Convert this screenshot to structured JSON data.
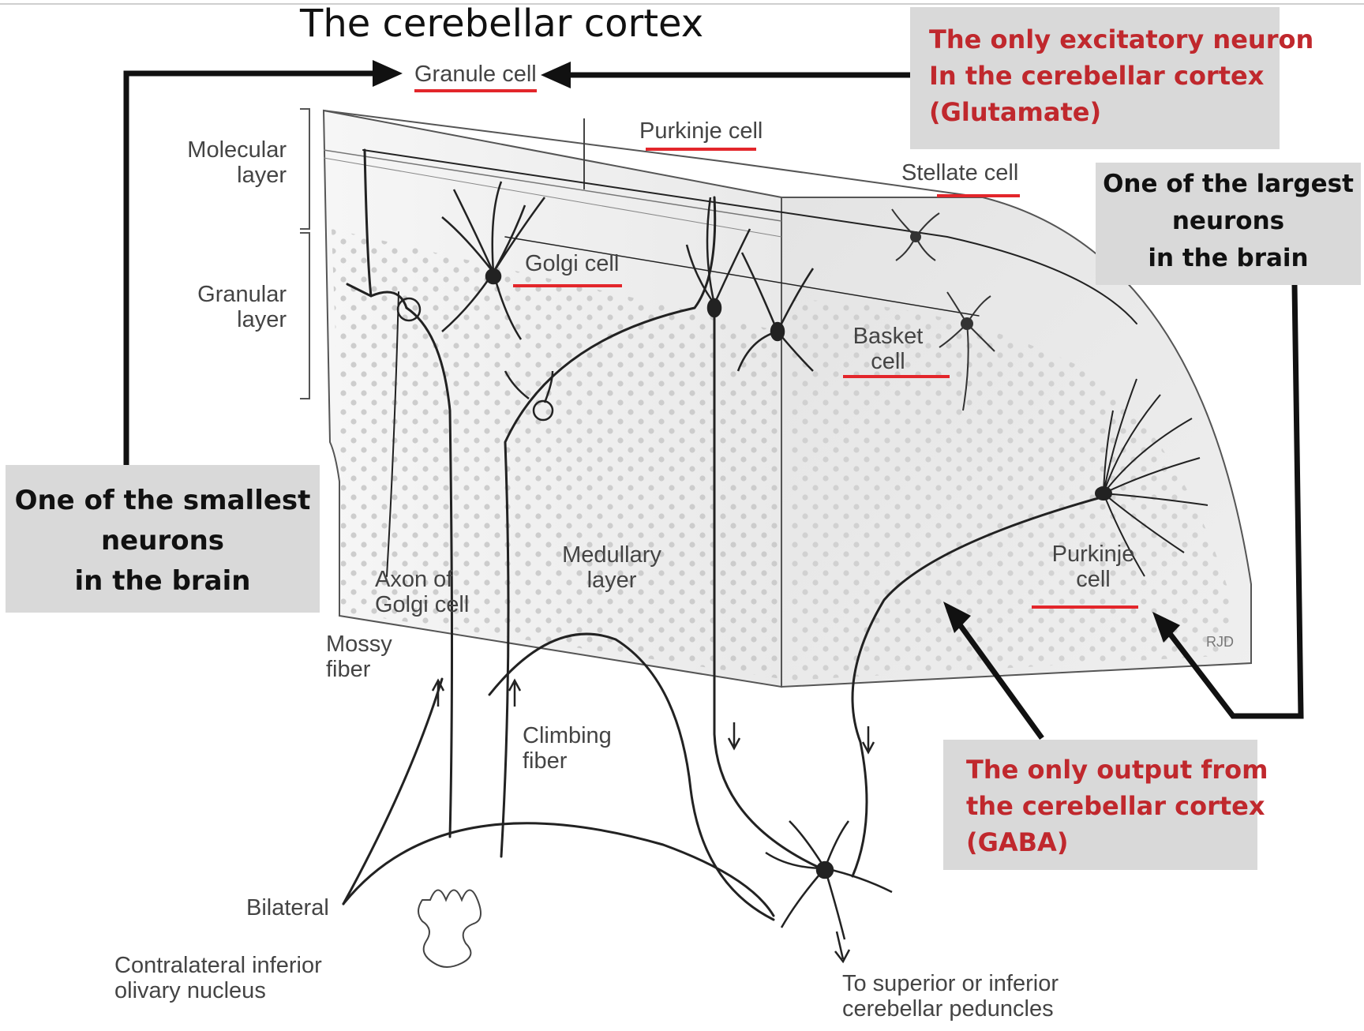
{
  "title": "The cerebellar cortex",
  "labels": {
    "granule_cell": "Granule cell",
    "purkinje_cell_top": "Purkinje cell",
    "stellate_cell": "Stellate cell",
    "molecular_layer": [
      "Molecular",
      "layer"
    ],
    "granular_layer": [
      "Granular",
      "layer"
    ],
    "golgi_cell": "Golgi cell",
    "basket_cell": [
      "Basket",
      "cell"
    ],
    "medullary_layer": [
      "Medullary",
      "layer"
    ],
    "axon_of_golgi_cell": [
      "Axon of",
      "Golgi cell"
    ],
    "mossy_fiber": [
      "Mossy",
      "fiber"
    ],
    "climbing_fiber": [
      "Climbing",
      "fiber"
    ],
    "purkinje_cell_right": [
      "Purkinje",
      "cell"
    ],
    "bilateral": "Bilateral",
    "contralateral": [
      "Contralateral inferior",
      "olivary nucleus"
    ],
    "to_peduncles": [
      "To superior or inferior",
      "cerebellar peduncles"
    ],
    "signature": "RJD"
  },
  "callouts": {
    "excitatory": [
      "The only excitatory neuron",
      "In the cerebellar cortex",
      "(Glutamate)"
    ],
    "largest": [
      "One of the largest",
      "neurons",
      "in the brain"
    ],
    "smallest": [
      "One of the smallest",
      "neurons",
      "in the brain"
    ],
    "output": [
      "The only output from",
      "the cerebellar cortex",
      "(GABA)"
    ]
  },
  "colors": {
    "callout_bg": "#d9d9d9",
    "callout_red_text": "#c0282d",
    "underline": "#e3262b",
    "arrow": "#111111"
  }
}
